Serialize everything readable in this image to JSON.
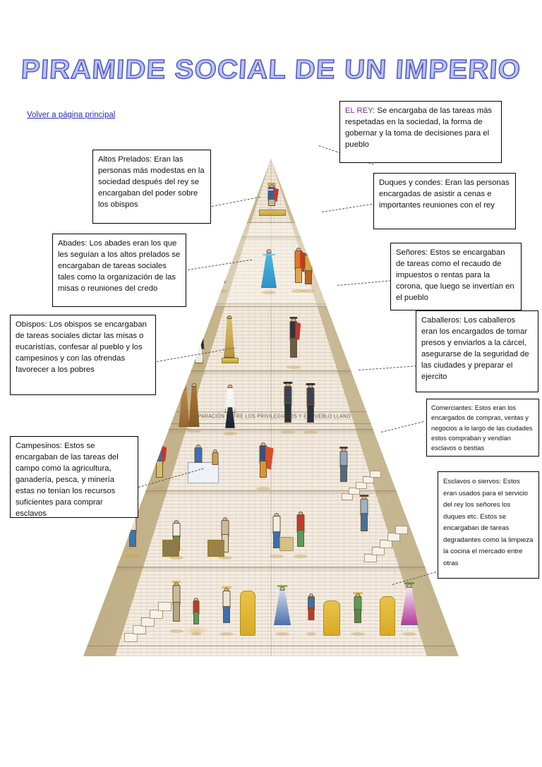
{
  "page": {
    "title": "PIRAMIDE SOCIAL DE UN IMPERIO",
    "back_link": "Volver a página principal",
    "background_color": "#ffffff",
    "title_fill_color": "#b9c4ee",
    "title_outline_color": "#4b52c8",
    "link_color": "#2b2bbb"
  },
  "pyramid": {
    "banner_text": "SEPARACIÓN ENTRE LOS PRIVILEGIADOS Y EL PUEBLO LLANO",
    "banner_color": "#6a5a45",
    "stone_color": "#f2eade",
    "face_color": "#cdbd96",
    "levels": [
      {
        "id": "apex",
        "name": "El Rey"
      },
      {
        "id": "nobility",
        "name": "Duques, condes y altos prelados"
      },
      {
        "id": "clergy",
        "name": "Abades, obispos y señores"
      },
      {
        "id": "knights",
        "name": "Obispos y caballeros"
      },
      {
        "id": "merchants",
        "name": "Comerciantes"
      },
      {
        "id": "slaves",
        "name": "Esclavos o siervos"
      },
      {
        "id": "peasants",
        "name": "Campesinos"
      }
    ]
  },
  "callouts": [
    {
      "id": "el-rey",
      "keyword": "EL REY:",
      "keyword_color": "#7b2f9e",
      "text": " Se encargaba de las tareas más respetadas en la sociedad, la forma de gobernar  y la toma de decisiones para el pueblo"
    },
    {
      "id": "altos-prelados",
      "text": "Altos Prelados: Eran las personas más modestas en la sociedad después del rey se encargaban del poder sobre los obispos"
    },
    {
      "id": "duques-condes",
      "text": "Duques y condes: Eran las personas encargadas de asistir a cenas e importantes reuniones con el rey"
    },
    {
      "id": "abades",
      "text": "Abades: Los abades eran los que les seguían a los altos prelados se encargaban de tareas sociales tales como la organización de las misas o reuniones del credo"
    },
    {
      "id": "senores",
      "text": "Señores: Estos se encargaban de tareas como el recaudo de impuestos o rentas para la corona, que luego se invertían en el pueblo"
    },
    {
      "id": "obispos",
      "text": "Obispos: Los obispos se encargaban de tareas sociales dictar las misas o eucaristías, confesar al pueblo y los campesinos y con las ofrendas favorecer a los pobres"
    },
    {
      "id": "caballeros",
      "text": "Caballeros: Los caballeros eran los encargados de tomar presos y enviarlos a la cárcel, asegurarse de la seguridad de las ciudades y preparar el ejercito"
    },
    {
      "id": "comerciantes",
      "text": "Comerciantes: Estos eran los encargados de compras, ventas y negocios a lo largo de las ciudades estos compraban y vendían esclavos o bestias"
    },
    {
      "id": "campesinos",
      "text": "Campesinos: Estos se encargaban de las tareas del campo como la agricultura, ganadería, pesca, y minería estas no tenían los recursos suficientes para comprar esclavos"
    },
    {
      "id": "esclavos",
      "text": "Esclavos o siervos: Estos eran usados para el servicio del rey los señores los duques etc. Estos se encargaban de tareas degradantes como la limpieza la cocina el mercado entre otras"
    }
  ]
}
